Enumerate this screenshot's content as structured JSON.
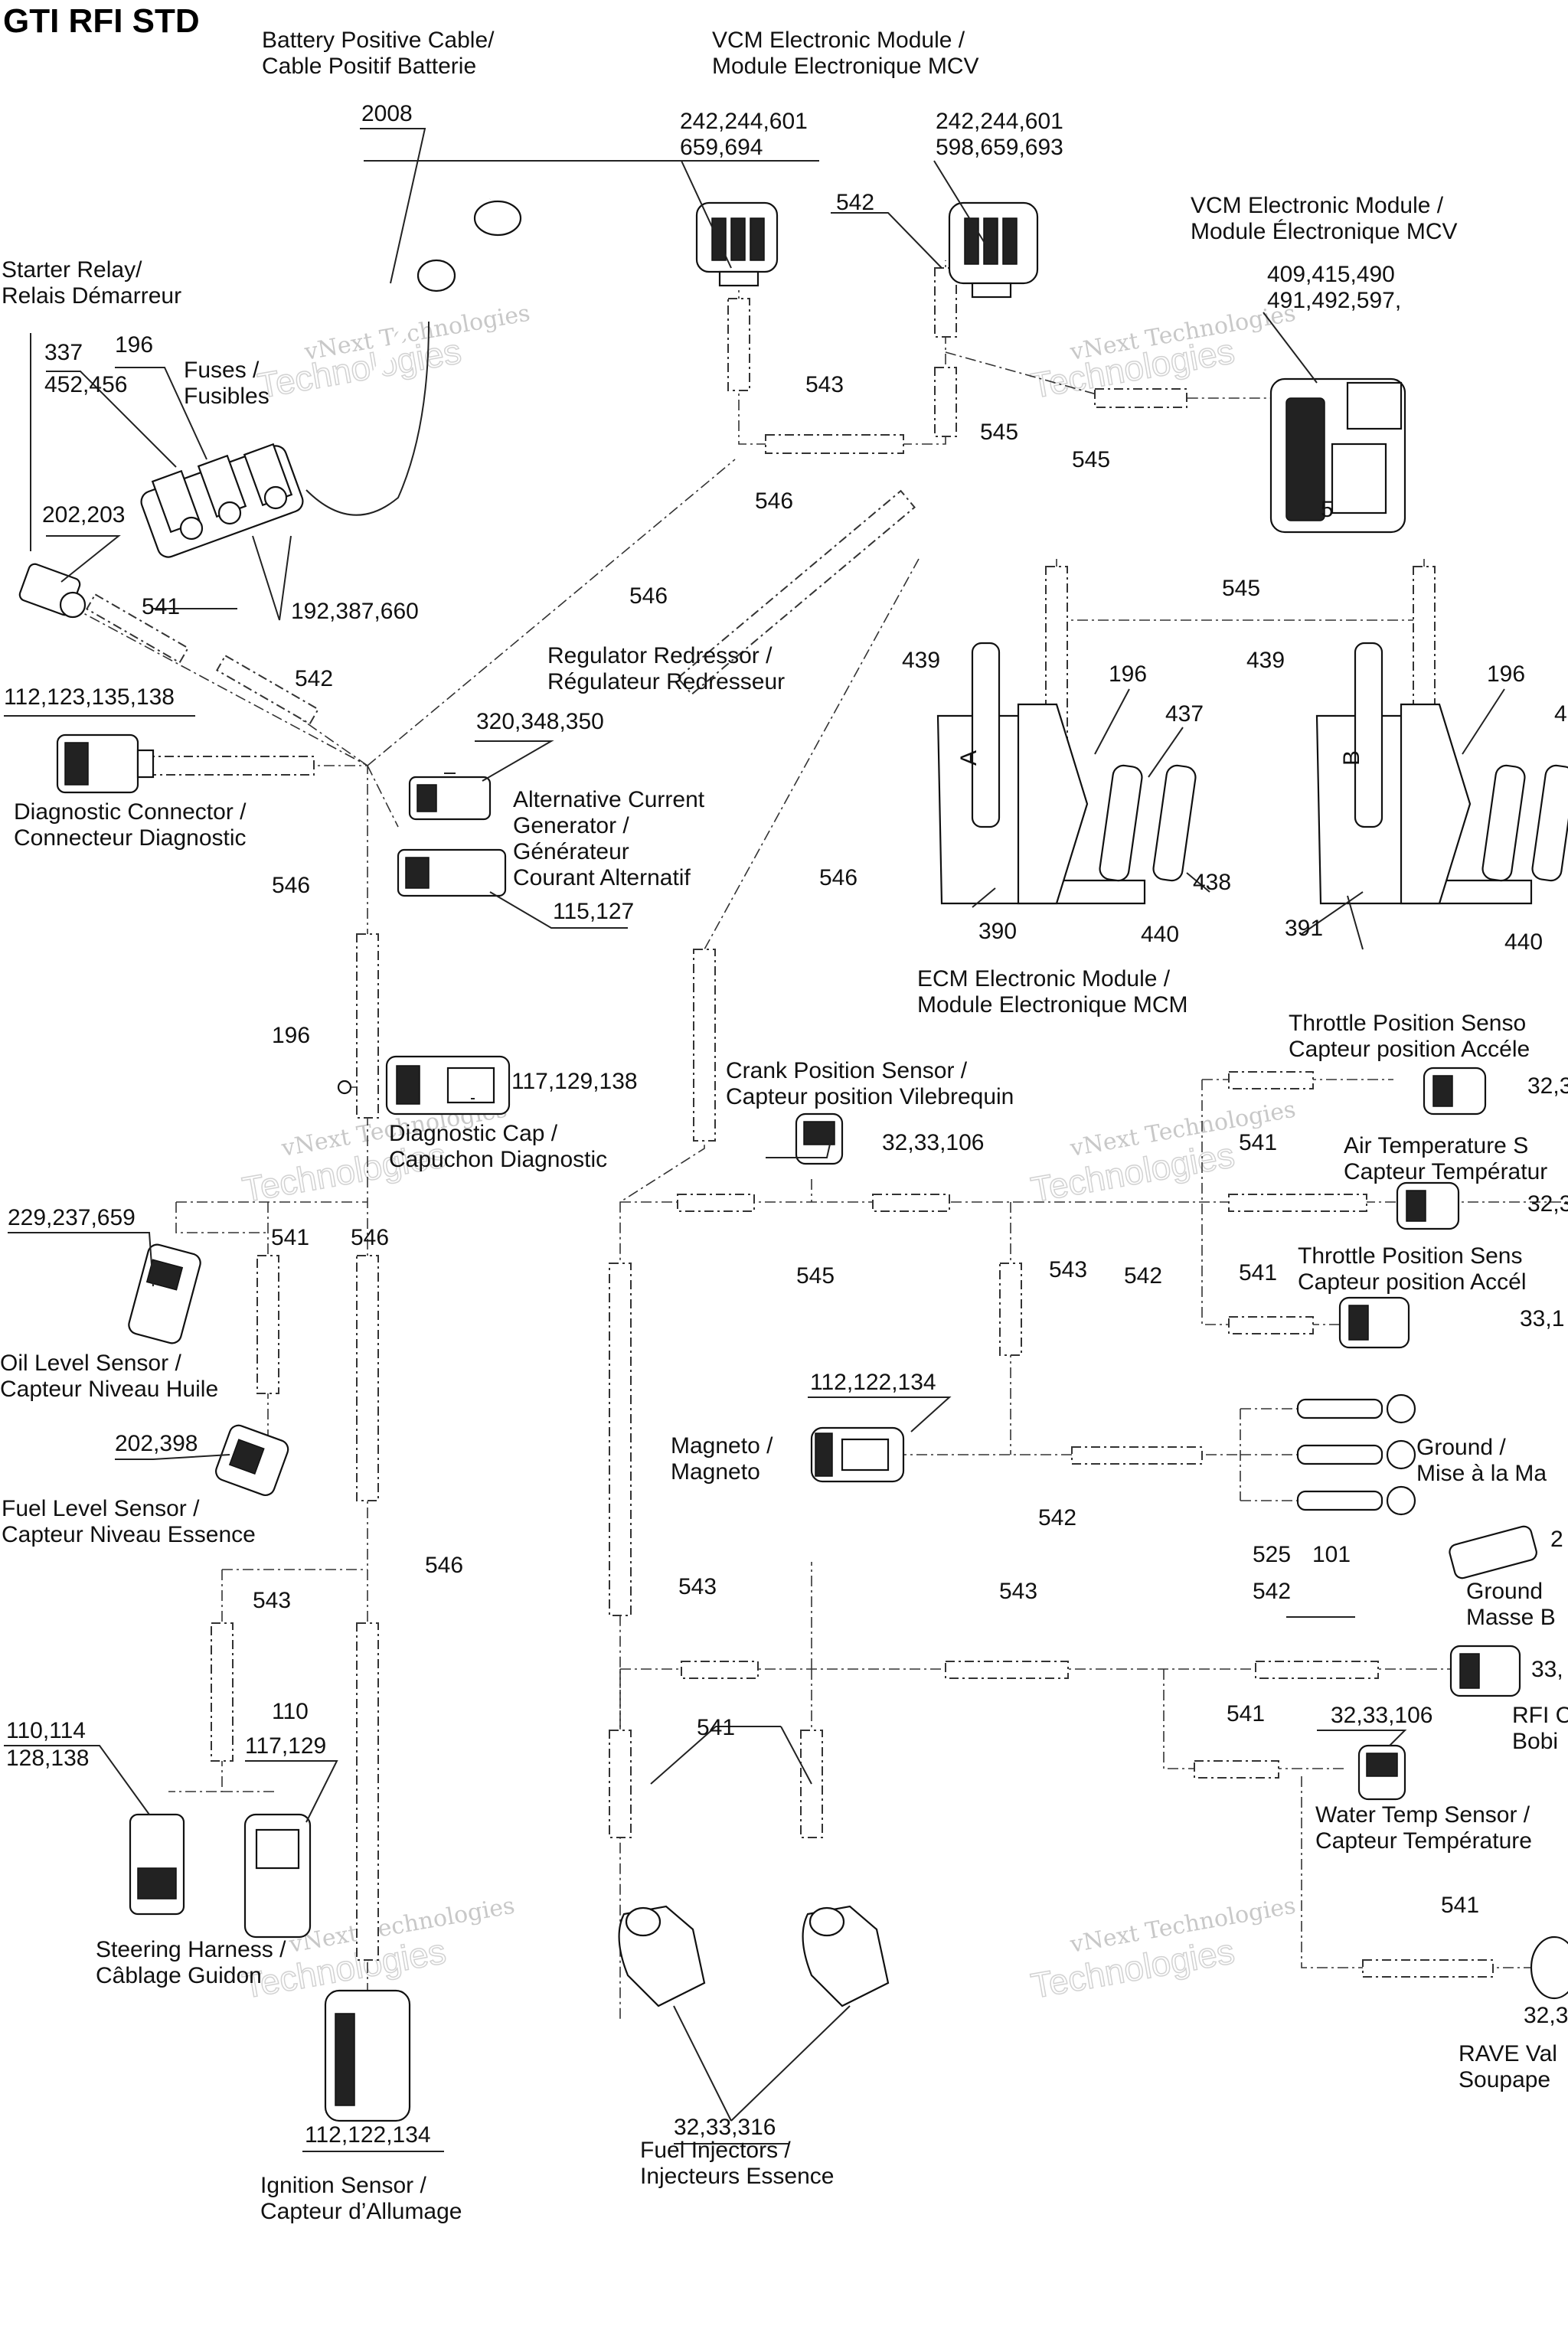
{
  "title": "GTI RFI STD",
  "labels": {
    "battery_cable": [
      "Battery Positive Cable/",
      "Cable Positif Batterie"
    ],
    "starter_relay": [
      "Starter Relay/",
      "Relais Démarreur"
    ],
    "fuses": [
      "Fuses /",
      "Fusibles"
    ],
    "vcm_module_1": [
      "VCM Electronic Module /",
      "Module Electronique MCV"
    ],
    "vcm_module_2": [
      "VCM Electronic Module /",
      "Module Électronique MCV"
    ],
    "regulator": [
      "Regulator Redressor /",
      "Régulateur Redresseur"
    ],
    "diag_connector": [
      "Diagnostic Connector /",
      "Connecteur Diagnostic"
    ],
    "alt_generator": [
      "Alternative Current",
      "Generator /",
      "Générateur",
      "Courant Alternatif"
    ],
    "diag_cap": [
      "Diagnostic Cap /",
      "Capuchon Diagnostic"
    ],
    "ecm_module": [
      "ECM Electronic Module /",
      "Module Electronique MCM"
    ],
    "throttle_1": [
      "Throttle Position Senso",
      "Capteur position Accéle"
    ],
    "air_temp": [
      "Air Temperature S",
      "Capteur Températur"
    ],
    "throttle_2": [
      "Throttle Position Sens",
      "Capteur position Accél"
    ],
    "crank_sensor": [
      "Crank Position Sensor /",
      "Capteur position Vilebrequin"
    ],
    "oil_level": [
      "Oil Level Sensor /",
      "Capteur Niveau Huile"
    ],
    "fuel_level": [
      "Fuel Level Sensor /",
      "Capteur Niveau Essence"
    ],
    "magneto": [
      "Magneto /",
      "Magneto"
    ],
    "ground": [
      "Ground /",
      "Mise à la Ma"
    ],
    "ground_2": [
      "Ground",
      "Masse B"
    ],
    "rfi_coil": [
      "RFI C",
      "Bobi"
    ],
    "water_temp": [
      "Water Temp Sensor /",
      "Capteur Température"
    ],
    "steering_harness": [
      "Steering Harness /",
      "Câblage Guidon"
    ],
    "ignition_sensor": [
      "Ignition Sensor /",
      "Capteur d’Allumage"
    ],
    "fuel_injectors": [
      "Fuel Injectors /",
      "Injecteurs Essence"
    ],
    "rave_valve": [
      "RAVE Val",
      "Soupape"
    ]
  },
  "part_refs": {
    "battery_cable": "2008",
    "relay_a": "337",
    "relay_b": "452,456",
    "relay_c": "196",
    "relay_d": "202,203",
    "fuses": "192,387,660",
    "vcm_left_a": "242,244,601",
    "vcm_left_b": "659,694",
    "vcm_right_a": "242,244,601",
    "vcm_right_b": "598,659,693",
    "vcm_main_a": "409,415,490",
    "vcm_main_b": "491,492,597,",
    "diag_conn": "112,123,135,138",
    "alt_a": "320,348,350",
    "alt_b": "115,127",
    "diag_cap_a": "196",
    "diag_cap_b": "117,129,138",
    "ecm_a_439": "439",
    "ecm_a_196": "196",
    "ecm_a_437": "437",
    "ecm_a_438": "438",
    "ecm_a_390": "390",
    "ecm_a_440": "440",
    "ecm_b_439": "439",
    "ecm_b_196": "196",
    "ecm_b_391": "391",
    "ecm_b_440": "440",
    "ecm_b_4": "4",
    "throttle_1": "32,3",
    "air_temp": "32,3",
    "throttle_2": "33,1",
    "crank": "32,33,106",
    "oil_level": "229,237,659",
    "fuel_level": "202,398",
    "magneto": "112,122,134",
    "ground_525": "525",
    "ground_101": "101",
    "ground_2": "2",
    "rfi": "33,",
    "water_temp": "32,33,106",
    "steering_a": "110,114",
    "steering_b": "128,138",
    "steering_c": "110",
    "steering_d": "117,129",
    "ignition": "112,122,134",
    "injectors": "32,33,316",
    "rave": "32,3",
    "ecm_a_letter": "A",
    "ecm_b_letter": "B",
    "vcm_main_number": "5"
  },
  "harness_refs": {
    "h541a": "541",
    "h542a": "542",
    "h546a": "546",
    "h546b": "546",
    "h546c": "546",
    "h542b": "542",
    "h543a": "543",
    "h545a": "545",
    "h545b": "545",
    "h546d": "546",
    "h545c": "545",
    "h546e": "546",
    "h541b": "541",
    "h546f": "546",
    "h543b": "543",
    "h546g": "546",
    "h545d": "545",
    "h542c": "542",
    "h543c": "543",
    "h541c": "541",
    "h541d": "541",
    "h542d": "542",
    "h543d": "543",
    "h543e": "543",
    "h541e": "541",
    "h541f": "541",
    "h542e": "542",
    "h541g": "541"
  },
  "watermark": [
    "vNext Technologies",
    "Technologies"
  ]
}
